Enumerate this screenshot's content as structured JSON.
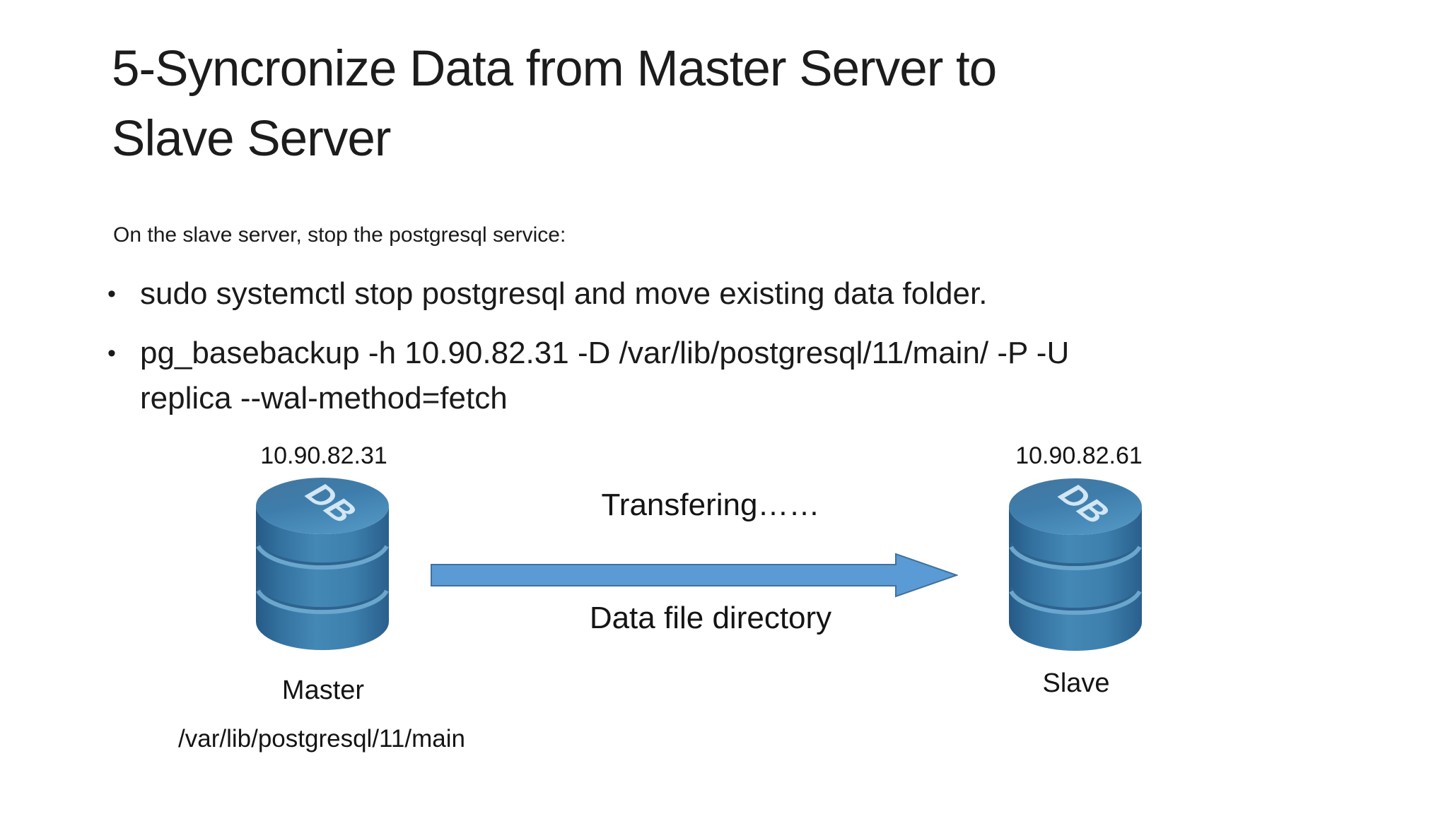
{
  "slide": {
    "title": "5-Syncronize Data from Master Server to\nSlave Server",
    "intro": "On the slave server, stop the postgresql service:",
    "bullets": [
      "sudo systemctl stop postgresql and move existing data folder.",
      "pg_basebackup -h 10.90.82.31 -D /var/lib/postgresql/11/main/ -P -U\nreplica --wal-method=fetch"
    ]
  },
  "diagram": {
    "master": {
      "ip": "10.90.82.31",
      "label": "Master",
      "data_path": "/var/lib/postgresql/11/main",
      "db_icon_label": "DB"
    },
    "slave": {
      "ip": "10.90.82.61",
      "label": "Slave",
      "db_icon_label": "DB"
    },
    "transfer": {
      "status": "Transfering……",
      "caption": "Data file directory"
    }
  },
  "colors": {
    "background": "#ffffff",
    "text": "#1a1a1a",
    "arrow_fill": "#5b9bd5",
    "arrow_outline": "#41719c",
    "cylinder_blue": "#3d7dab",
    "cylinder_dark": "#27587f",
    "cylinder_highlight": "#6ba6cc",
    "db_label": "#d2e6f4"
  }
}
